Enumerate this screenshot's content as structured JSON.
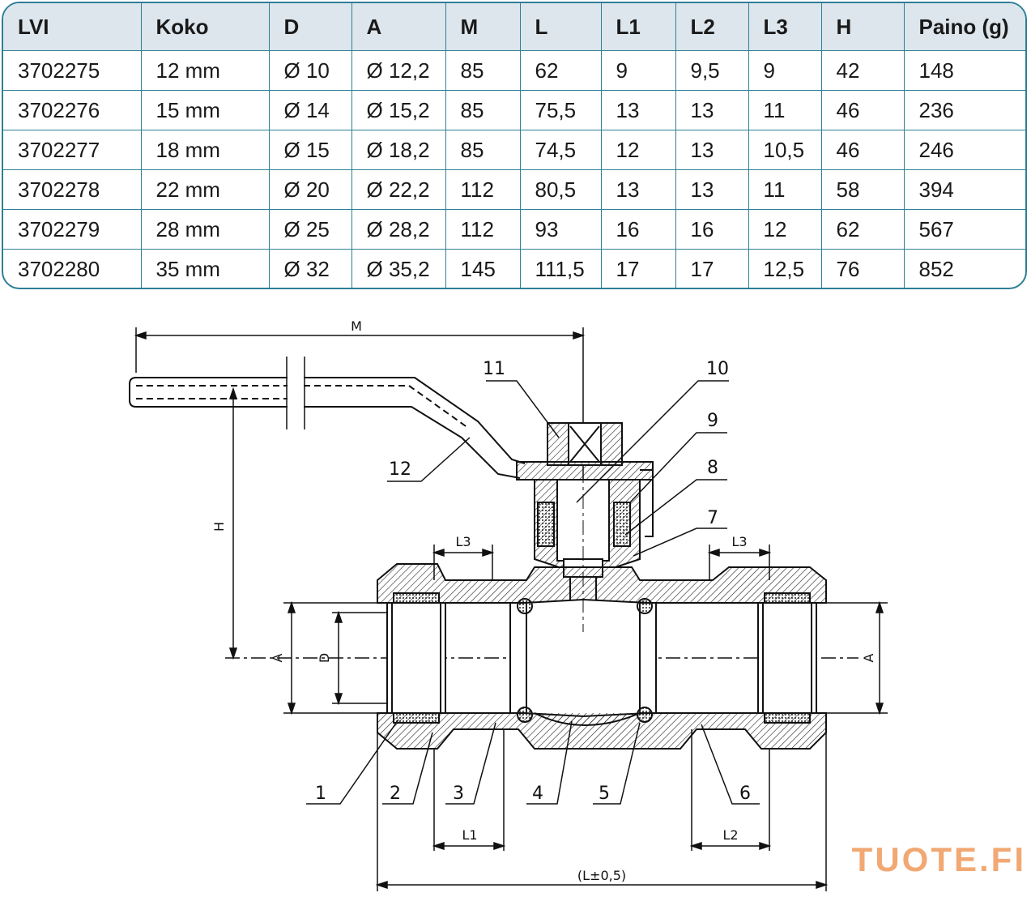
{
  "table": {
    "headers": [
      "LVI",
      "Koko",
      "D",
      "A",
      "M",
      "L",
      "L1",
      "L2",
      "L3",
      "H",
      "Paino (g)"
    ],
    "rows": [
      [
        "3702275",
        "12 mm",
        "Ø 10",
        "Ø 12,2",
        "85",
        "62",
        "9",
        "9,5",
        "9",
        "42",
        "148"
      ],
      [
        "3702276",
        "15 mm",
        "Ø 14",
        "Ø 15,2",
        "85",
        "75,5",
        "13",
        "13",
        "11",
        "46",
        "236"
      ],
      [
        "3702277",
        "18 mm",
        "Ø 15",
        "Ø 18,2",
        "85",
        "74,5",
        "12",
        "13",
        "10,5",
        "46",
        "246"
      ],
      [
        "3702278",
        "22 mm",
        "Ø 20",
        "Ø 22,2",
        "112",
        "80,5",
        "13",
        "13",
        "11",
        "58",
        "394"
      ],
      [
        "3702279",
        "28 mm",
        "Ø 25",
        "Ø 28,2",
        "112",
        "93",
        "16",
        "16",
        "12",
        "62",
        "567"
      ],
      [
        "3702280",
        "35 mm",
        "Ø 32",
        "Ø 35,2",
        "145",
        "111,5",
        "17",
        "17",
        "12,5",
        "76",
        "852"
      ]
    ]
  },
  "drawing": {
    "dim_labels": {
      "m": "M",
      "h": "H",
      "a_left": "A",
      "d": "D",
      "a_right": "A",
      "l3_left": "L3",
      "l3_right": "L3",
      "l1": "L1",
      "l2": "L2",
      "l_total": "(L±0,5)"
    },
    "part_numbers": [
      "1",
      "2",
      "3",
      "4",
      "5",
      "6",
      "7",
      "8",
      "9",
      "10",
      "11",
      "12"
    ]
  },
  "brand": {
    "text": "TUOTE.FI"
  },
  "colors": {
    "border": "#2e7f97",
    "header_bg": "#dde6ec",
    "brand": "#f2a873"
  }
}
